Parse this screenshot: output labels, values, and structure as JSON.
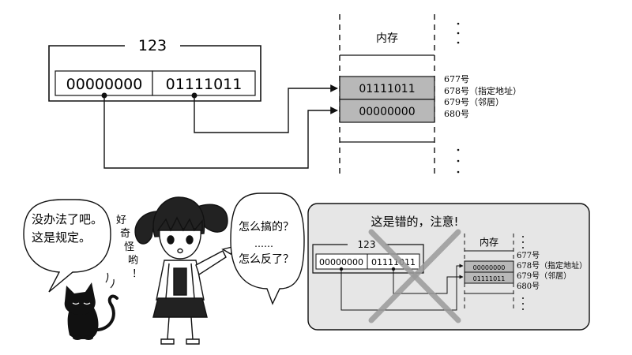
{
  "top_diagram": {
    "value_label": "123",
    "high_byte": "00000000",
    "low_byte": "01111011",
    "memory_title": "内存",
    "cell_upper": "01111011",
    "cell_lower": "00000000",
    "addr_677": "677号",
    "addr_678": "678号（指定地址）",
    "addr_679": "679号（邻居）",
    "addr_680": "680号",
    "dots": "·"
  },
  "comic": {
    "cat_bubble_line1": "没办法了吧。",
    "cat_bubble_line2": "这是规定。",
    "girl_thought_chars": [
      "好",
      "奇",
      "怪",
      "哟",
      "！"
    ],
    "girl_bubble_line1": "怎么搞的？",
    "girl_bubble_line2": "……",
    "girl_bubble_line3": "怎么反了？"
  },
  "wrong_panel": {
    "title": "这是错的，注意!",
    "value_label": "123",
    "high_byte": "00000000",
    "low_byte": "01111011",
    "memory_title": "内存",
    "cell_upper": "00000000",
    "cell_lower": "01111011",
    "addr_677": "677号",
    "addr_678": "678号（指定地址）",
    "addr_679": "679号（邻居）",
    "addr_680": "680号"
  },
  "colors": {
    "line": "#111111",
    "cell_fill": "#b8b8b8",
    "panel_fill": "#e6e6e6",
    "cross_color": "#9a9a9a"
  }
}
